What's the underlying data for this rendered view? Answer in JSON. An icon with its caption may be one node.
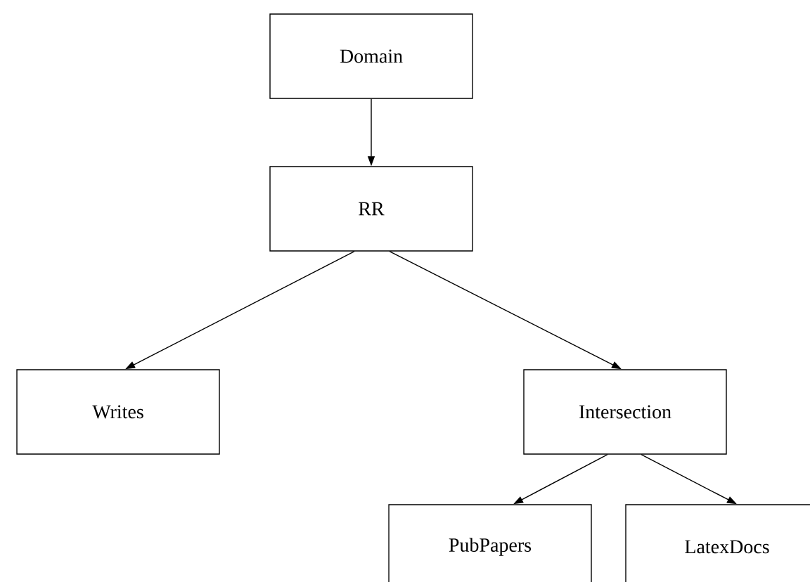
{
  "diagram": {
    "nodes": [
      {
        "text": [
          "Domain"
        ]
      },
      {
        "text": [
          "RR"
        ]
      },
      {
        "text": [
          "Writes"
        ]
      },
      {
        "text": [
          "Intersection"
        ]
      },
      {
        "text": [
          "PubPapers"
        ]
      },
      {
        "text": [
          "LatexDocs"
        ]
      }
    ],
    "edges": [
      {
        "from": 0,
        "to": 1,
        "arrow": "to"
      },
      {
        "from": 1,
        "to": 2,
        "arrow": "to"
      },
      {
        "from": 1,
        "to": 3,
        "arrow": "to"
      },
      {
        "from": 3,
        "to": 4,
        "arrow": "to"
      },
      {
        "from": 3,
        "to": 5,
        "arrow": "to"
      }
    ]
  }
}
